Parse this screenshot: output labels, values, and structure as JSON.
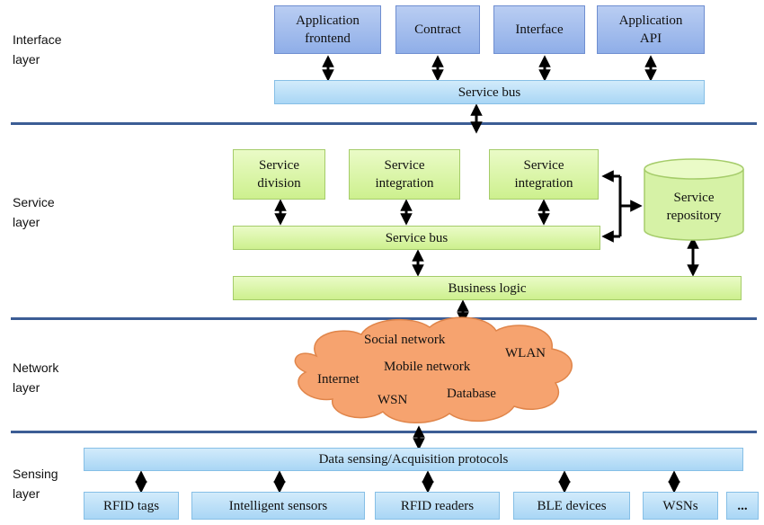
{
  "layers": {
    "interface": "Interface\nlayer",
    "service": "Service\nlayer",
    "network": "Network\nlayer",
    "sensing": "Sensing\nlayer"
  },
  "interface_layer": {
    "boxes": [
      "Application\nfrontend",
      "Contract",
      "Interface",
      "Application\nAPI"
    ],
    "bus": "Service bus"
  },
  "service_layer": {
    "boxes": [
      "Service\ndivision",
      "Service\nintegration",
      "Service\nintegration"
    ],
    "repository": "Service\nrepository",
    "bus": "Service bus",
    "business_logic": "Business logic"
  },
  "network_layer": {
    "items": [
      "Social network",
      "WLAN",
      "Mobile network",
      "Internet",
      "Database",
      "WSN"
    ]
  },
  "sensing_layer": {
    "protocols": "Data sensing/Acquisition protocols",
    "devices": [
      "RFID tags",
      "Intelligent sensors",
      "RFID readers",
      "BLE devices",
      "WSNs",
      "..."
    ]
  },
  "colors": {
    "separator": "#3c5d95",
    "interface_box": "#8faee8",
    "service_box": "#cdf08e",
    "cloud": "#f6a36f",
    "sensing_box": "#a9d6f5"
  }
}
